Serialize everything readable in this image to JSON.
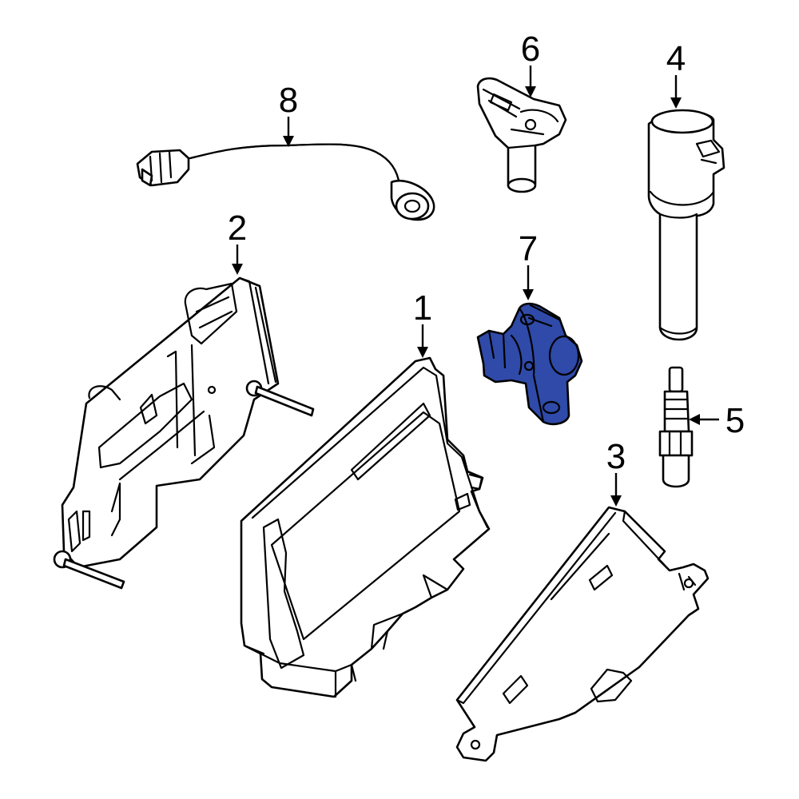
{
  "diagram": {
    "highlight_color": "#2f4aa8",
    "callouts": [
      {
        "id": "1",
        "label": "1"
      },
      {
        "id": "2",
        "label": "2"
      },
      {
        "id": "3",
        "label": "3"
      },
      {
        "id": "4",
        "label": "4"
      },
      {
        "id": "5",
        "label": "5"
      },
      {
        "id": "6",
        "label": "6"
      },
      {
        "id": "7",
        "label": "7"
      },
      {
        "id": "8",
        "label": "8"
      }
    ]
  }
}
